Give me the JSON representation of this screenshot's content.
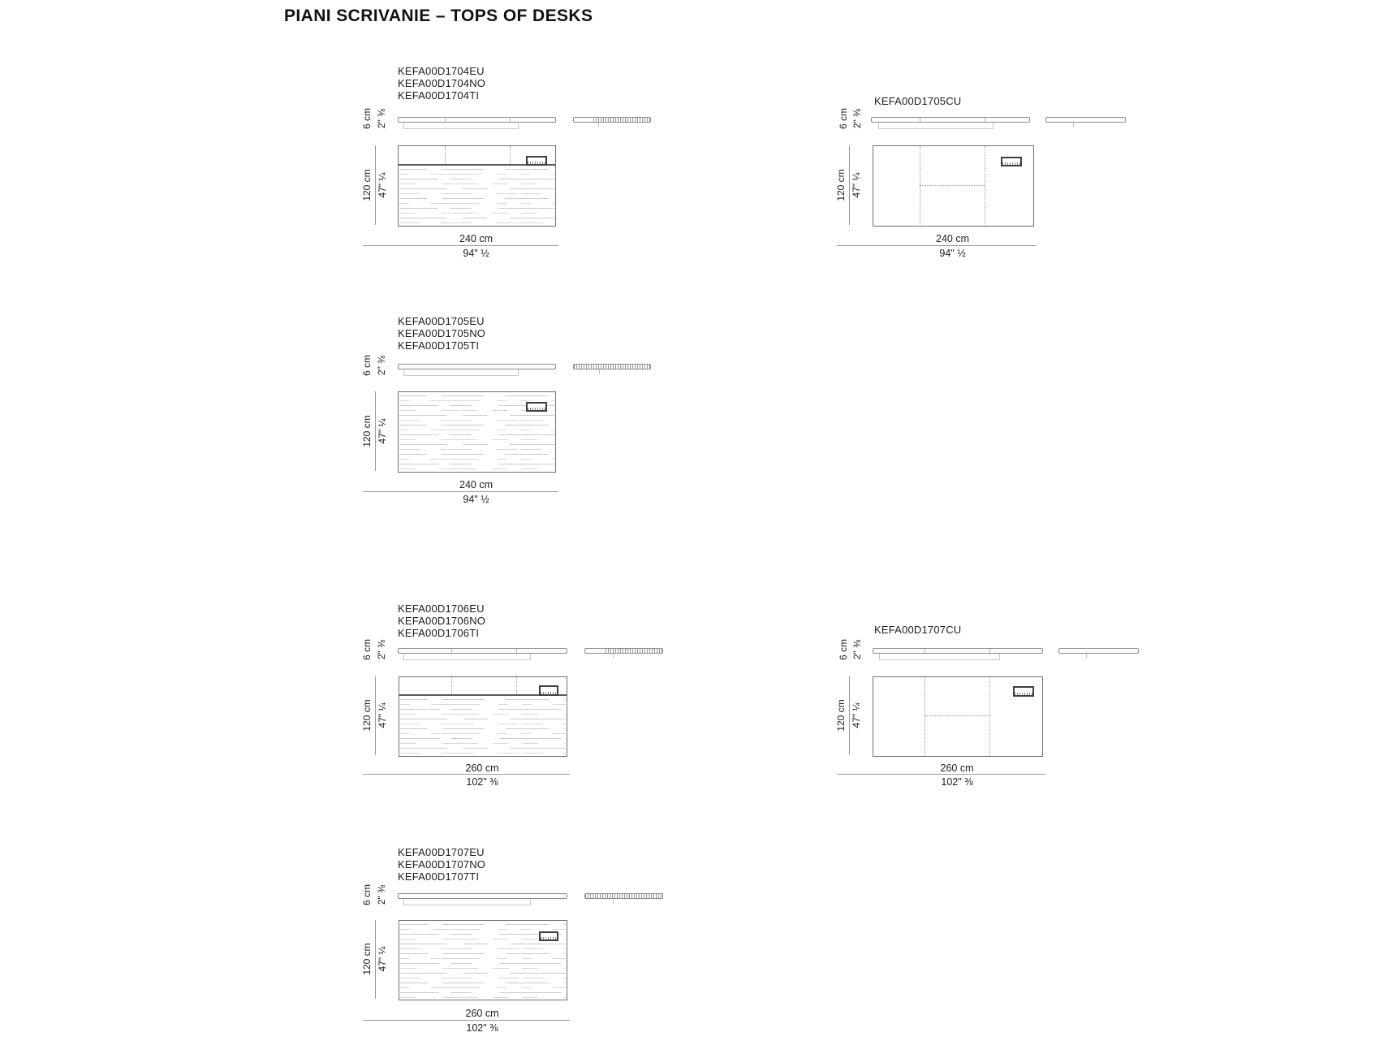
{
  "page": {
    "title": "PIANI SCRIVANIE – TOPS OF DESKS"
  },
  "shared_dims": {
    "thickness_cm": "6 cm",
    "thickness_in": "2\" ⅜",
    "depth_cm": "120 cm",
    "depth_in": "47\" ¼"
  },
  "groups": [
    {
      "codes": [
        "KEFA00D1704EU",
        "KEFA00D1704NO",
        "KEFA00D1704TI"
      ],
      "width_cm": "240 cm",
      "width_in": "94\" ½"
    },
    {
      "codes": [
        "KEFA00D1705CU"
      ],
      "width_cm": "240 cm",
      "width_in": "94\" ½"
    },
    {
      "codes": [
        "KEFA00D1705EU",
        "KEFA00D1705NO",
        "KEFA00D1705TI"
      ],
      "width_cm": "240 cm",
      "width_in": "94\" ½"
    },
    {
      "codes": [
        "KEFA00D1706EU",
        "KEFA00D1706NO",
        "KEFA00D1706TI"
      ],
      "width_cm": "260 cm",
      "width_in": "102\" ⅜"
    },
    {
      "codes": [
        "KEFA00D1707CU"
      ],
      "width_cm": "260 cm",
      "width_in": "102\" ⅜"
    },
    {
      "codes": [
        "KEFA00D1707EU",
        "KEFA00D1707NO",
        "KEFA00D1707TI"
      ],
      "width_cm": "260 cm",
      "width_in": "102\" ⅜"
    }
  ]
}
